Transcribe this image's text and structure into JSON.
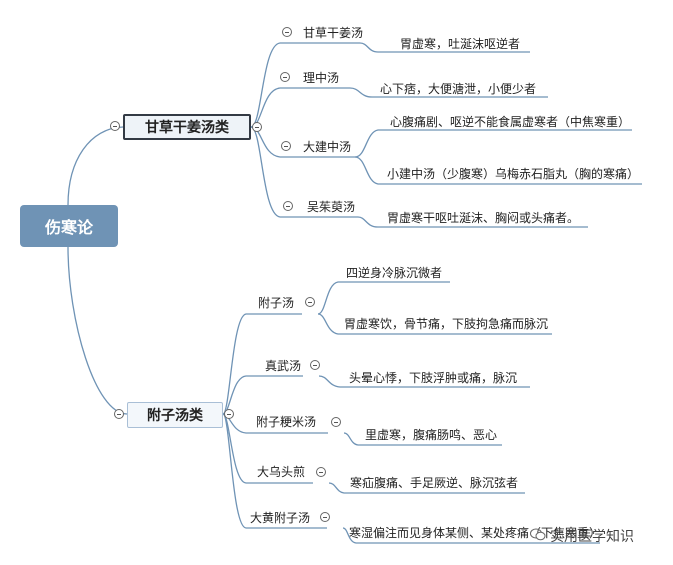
{
  "root": {
    "label": "伤寒论"
  },
  "branch1": {
    "label": "甘草干姜汤类",
    "items": [
      {
        "name": "甘草干姜汤",
        "details": [
          "胃虚寒，吐涎沫呕逆者"
        ]
      },
      {
        "name": "理中汤",
        "details": [
          "心下痞，大便溏泄，小便少者"
        ]
      },
      {
        "name": "大建中汤",
        "details": [
          "心腹痛剧、呕逆不能食属虚寒者（中焦寒重）",
          "小建中汤（少腹寒）乌梅赤石脂丸（胸的寒痛）"
        ]
      },
      {
        "name": "吴茱萸汤",
        "details": [
          "胃虚寒干呕吐涎沫、胸闷或头痛者。"
        ]
      }
    ]
  },
  "branch2": {
    "label": "附子汤类",
    "items": [
      {
        "name": "附子汤",
        "details": [
          "四逆身冷脉沉微者",
          "胃虚寒饮，骨节痛，下肢拘急痛而脉沉"
        ]
      },
      {
        "name": "真武汤",
        "details": [
          "头晕心悸，下肢浮肿或痛，脉沉"
        ]
      },
      {
        "name": "附子粳米汤",
        "details": [
          "里虚寒，腹痛肠鸣、恶心"
        ]
      },
      {
        "name": "大乌头煎",
        "details": [
          "寒疝腹痛、手足厥逆、脉沉弦者"
        ]
      },
      {
        "name": "大黄附子汤",
        "details": [
          "寒湿偏注而见身体某侧、某处疼痛（下焦寒重）"
        ]
      }
    ]
  },
  "watermark": {
    "text": "实用医学知识"
  },
  "colors": {
    "line": "#6f93b5",
    "root_bg": "#6f93b5"
  }
}
